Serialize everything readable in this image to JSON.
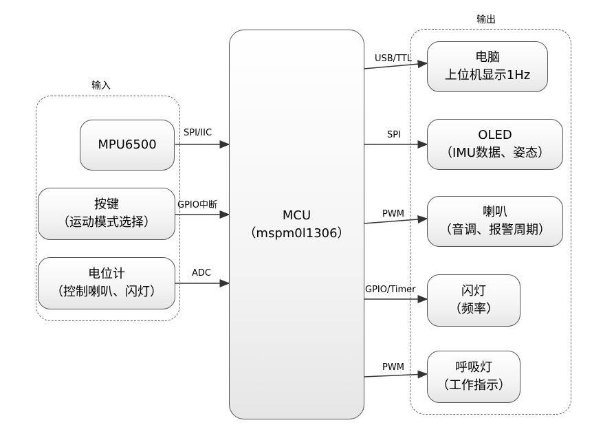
{
  "input_group": {
    "label": "输入"
  },
  "output_group": {
    "label": "输出"
  },
  "inputs": [
    {
      "name": "MPU6500",
      "sub": "",
      "edge": "SPI/IIC"
    },
    {
      "name": "按键",
      "sub": "（运动模式选择）",
      "edge": "GPIO中断"
    },
    {
      "name": "电位计",
      "sub": "（控制喇叭、闪灯）",
      "edge": "ADC"
    }
  ],
  "mcu": {
    "name": "MCU",
    "sub": "（mspm0l1306）"
  },
  "outputs": [
    {
      "name": "电脑",
      "sub": "上位机显示1Hz",
      "edge": "USB/TTL"
    },
    {
      "name": "OLED",
      "sub": "（IMU数据、姿态）",
      "edge": "SPI"
    },
    {
      "name": "喇叭",
      "sub": "（音调、报警周期）",
      "edge": "PWM"
    },
    {
      "name": "闪灯",
      "sub": "（频率）",
      "edge": "GPIO/Timer"
    },
    {
      "name": "呼吸灯",
      "sub": "（工作指示）",
      "edge": "PWM"
    }
  ],
  "colors": {
    "border": "#555555",
    "arrow": "#333333",
    "fill_top": "#ffffff",
    "fill_bottom": "#e6e6e6"
  }
}
